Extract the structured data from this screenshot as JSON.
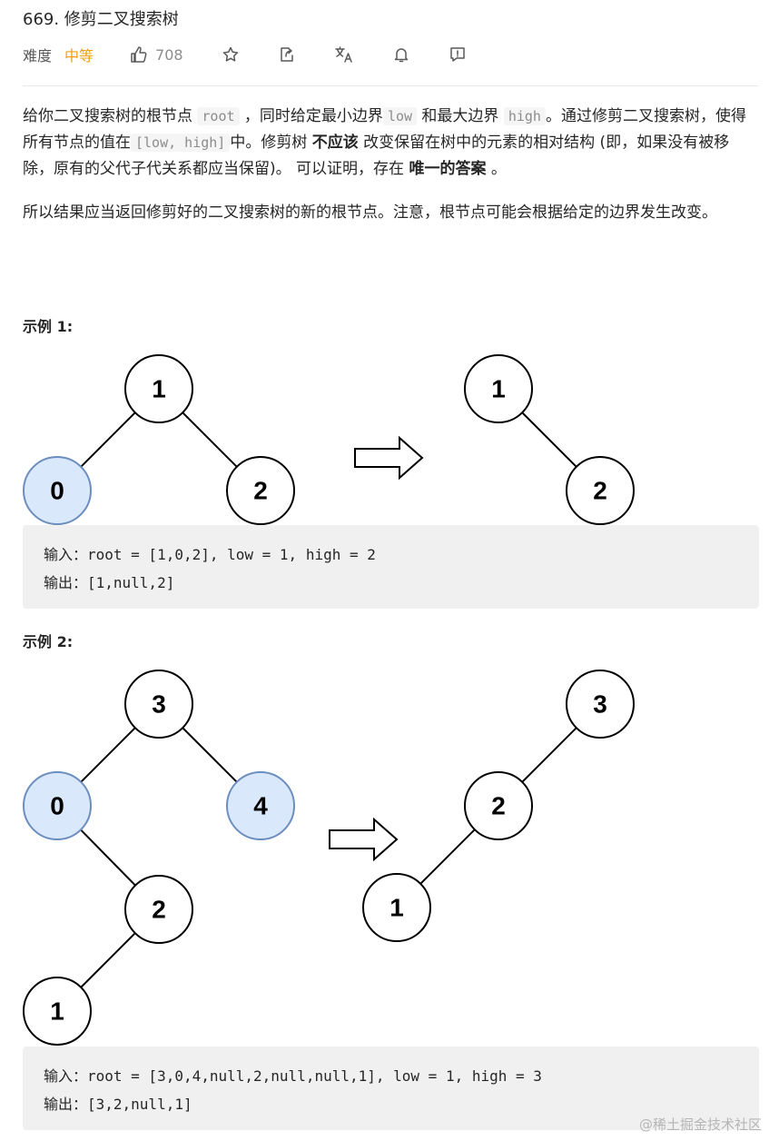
{
  "problem": {
    "title": "669. 修剪二叉搜索树",
    "difficulty_label": "难度",
    "difficulty_value": "中等",
    "like_count": "708",
    "icons": [
      "thumbs-up-icon",
      "star-icon",
      "share-icon",
      "translate-icon",
      "bell-icon",
      "feedback-icon"
    ],
    "colors": {
      "difficulty": "#ef9f1a",
      "removed_node_fill": "#dae8fc",
      "removed_node_stroke": "#6c8ebf"
    }
  },
  "description": {
    "p1": {
      "t1": "给你二叉搜索树的根节点 ",
      "c1": "root",
      "t2": " ，同时给定最小边界",
      "c2": "low",
      "t3": " 和最大边界 ",
      "c3": "high",
      "t4": "。通过修剪二叉搜索树，使得所有节点的值在",
      "c4": "[low, high]",
      "t5": "中。修剪树 ",
      "b1": "不应该",
      "t6": " 改变保留在树中的元素的相对结构 (即，如果没有被移除，原有的父代子代关系都应当保留)。 可以证明，存在 ",
      "b2": "唯一的答案",
      "t7": " 。"
    },
    "p2": "所以结果应当返回修剪好的二叉搜索树的新的根节点。注意，根节点可能会根据给定的边界发生改变。"
  },
  "examples": [
    {
      "heading": "示例 1:",
      "input_line": "输入：root = [1,0,2], low = 1, high = 2",
      "output_line": "输出：[1,null,2]",
      "before_nodes": [
        "1",
        "0",
        "2"
      ],
      "after_nodes": [
        "1",
        "2"
      ]
    },
    {
      "heading": "示例 2:",
      "input_line": "输入：root = [3,0,4,null,2,null,null,1], low = 1, high = 3",
      "output_line": "输出：[3,2,null,1]",
      "before_nodes": [
        "3",
        "0",
        "4",
        "2",
        "1"
      ],
      "after_nodes": [
        "3",
        "2",
        "1"
      ]
    }
  ],
  "watermark": "@稀土掘金技术社区"
}
